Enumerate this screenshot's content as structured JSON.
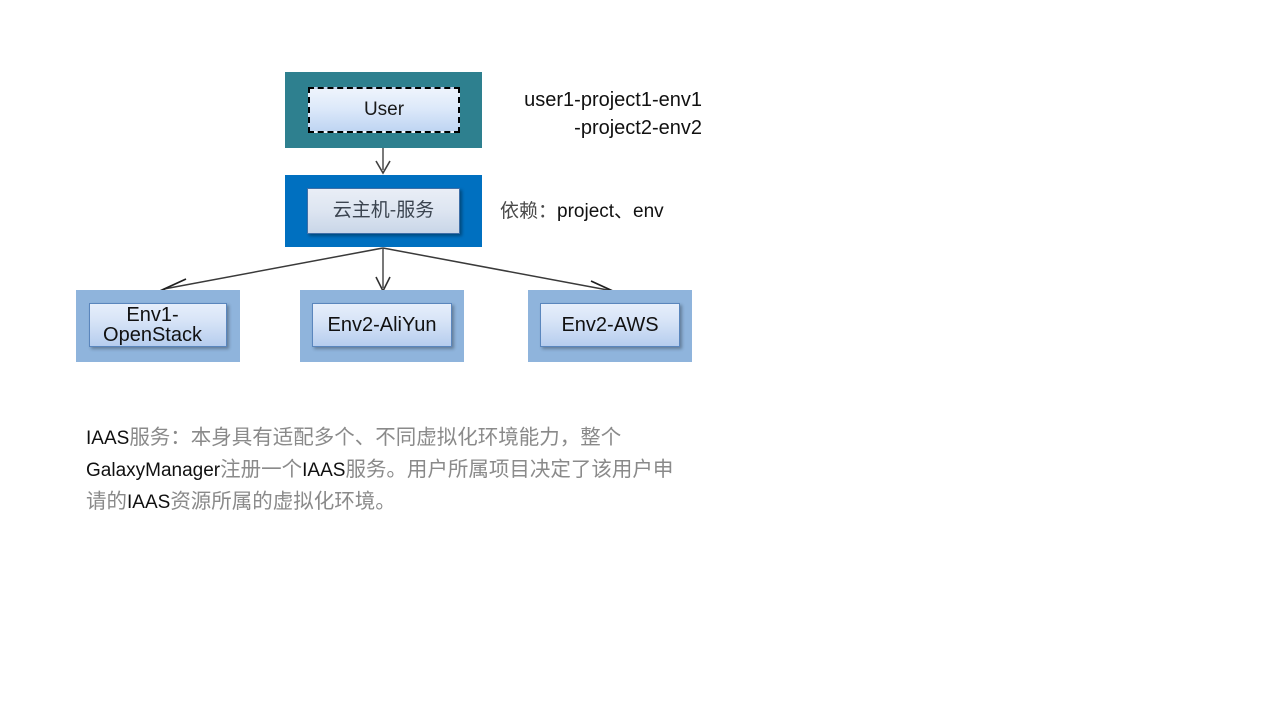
{
  "diagram": {
    "nodes": {
      "user": {
        "label": "User",
        "plate_color": "#2E808F",
        "chip_border": "dashed"
      },
      "service": {
        "label": "云主机-服务",
        "plate_color": "#0070C0"
      },
      "env1": {
        "label": "Env1-OpenStack",
        "plate_color": "#8FB4DC"
      },
      "env2": {
        "label": "Env2-AliYun",
        "plate_color": "#8FB4DC"
      },
      "env3": {
        "label": "Env2-AWS",
        "plate_color": "#8FB4DC"
      }
    },
    "labels": {
      "user_mapping_line1": "user1-project1-env1",
      "user_mapping_line2": "-project2-env2",
      "service_dep_prefix": "依赖：",
      "service_dep_value": "project、env"
    },
    "edges": [
      {
        "from": "user",
        "to": "service",
        "style": "arrow-down"
      },
      {
        "from": "service",
        "to": "env1",
        "style": "arrow-diagonal-left"
      },
      {
        "from": "service",
        "to": "env2",
        "style": "arrow-down"
      },
      {
        "from": "service",
        "to": "env3",
        "style": "arrow-diagonal-right"
      }
    ],
    "description": "IAAS服务：本身具有适配多个、不同虚拟化环境能力，整个GalaxyManager注册一个IAAS服务。用户所属项目决定了该用户申请的IAAS资源所属的虚拟化环境。"
  }
}
